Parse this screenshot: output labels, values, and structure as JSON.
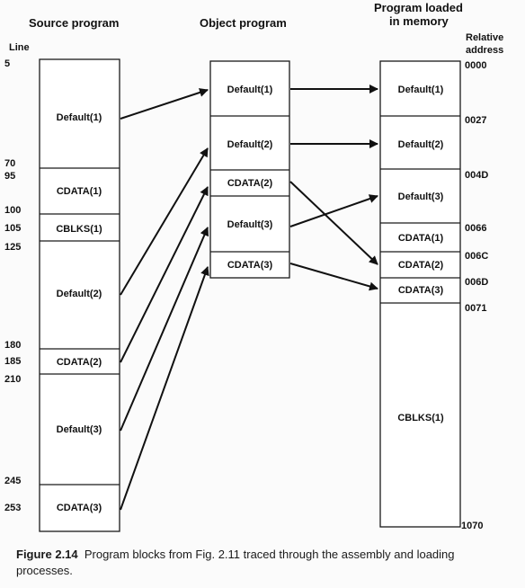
{
  "headers": {
    "source": "Source program",
    "object": "Object program",
    "memory_line1": "Program loaded",
    "memory_line2": "in memory",
    "line": "Line",
    "relative_line1": "Relative",
    "relative_line2": "address"
  },
  "source_blocks": [
    {
      "label": "Default(1)",
      "start_line": "5",
      "end_line": "70"
    },
    {
      "label": "CDATA(1)",
      "start_line": "95",
      "end_line": "100"
    },
    {
      "label": "CBLKS(1)",
      "start_line": "105",
      "end_line": ""
    },
    {
      "label": "Default(2)",
      "start_line": "125",
      "end_line": "180"
    },
    {
      "label": "CDATA(2)",
      "start_line": "185",
      "end_line": ""
    },
    {
      "label": "Default(3)",
      "start_line": "210",
      "end_line": "245"
    },
    {
      "label": "CDATA(3)",
      "start_line": "253",
      "end_line": ""
    }
  ],
  "object_blocks": [
    {
      "label": "Default(1)"
    },
    {
      "label": "Default(2)"
    },
    {
      "label": "CDATA(2)"
    },
    {
      "label": "Default(3)"
    },
    {
      "label": "CDATA(3)"
    }
  ],
  "memory_blocks": [
    {
      "label": "Default(1)",
      "address": "0000"
    },
    {
      "label": "Default(2)",
      "address": "0027"
    },
    {
      "label": "Default(3)",
      "address": "004D"
    },
    {
      "label": "CDATA(1)",
      "address": "0066"
    },
    {
      "label": "CDATA(2)",
      "address": "006C"
    },
    {
      "label": "CDATA(3)",
      "address": "006D"
    },
    {
      "label": "CBLKS(1)",
      "address": "0071"
    }
  ],
  "end_address": "1070",
  "caption": {
    "figure_number": "Figure 2.14",
    "text": "Program blocks from Fig. 2.11 traced through the assembly and loading processes."
  }
}
